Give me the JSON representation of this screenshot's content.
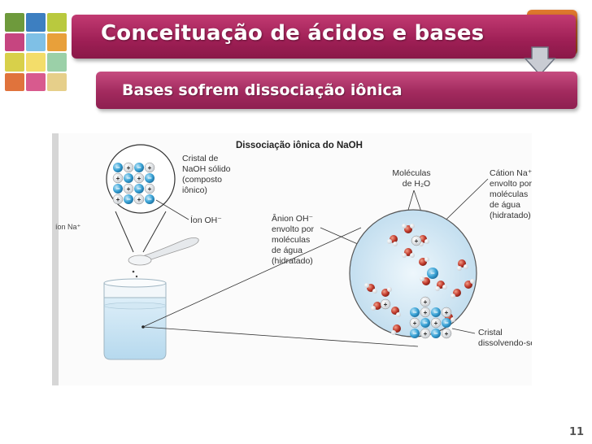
{
  "slide": {
    "title": "Conceituação de ácidos e bases",
    "subtitle": "Bases sofrem dissociação iônica",
    "page_number": "11"
  },
  "figure": {
    "heading": "Dissociação iônica do NaOH",
    "left_edge_label": "íon Na⁺",
    "crystal_label_lines": [
      "Cristal de",
      "NaOH sólido",
      "(composto",
      "iônico)"
    ],
    "ion_oh_label": "Íon OH⁻",
    "anion_label_lines": [
      "Ânion OH⁻",
      "envolto por",
      "moléculas",
      "de água",
      "(hidratado)"
    ],
    "molecules_label_lines": [
      "Moléculas",
      "de H₂O"
    ],
    "cation_label_lines": [
      "Cátion Na⁺",
      "envolto por",
      "moléculas",
      "de água",
      "(hidratado)"
    ],
    "crystal_dissolving_lines": [
      "Cristal",
      "dissolvendo-se"
    ],
    "plus_sign": "+",
    "minus_sign": "−"
  },
  "colors": {
    "title_bar": "#9e1f55",
    "subtitle_bar": "#a22a5e",
    "anion_blue": "#3aa3d6",
    "water_red": "#c0392b",
    "water_light": "#d6dde3"
  }
}
